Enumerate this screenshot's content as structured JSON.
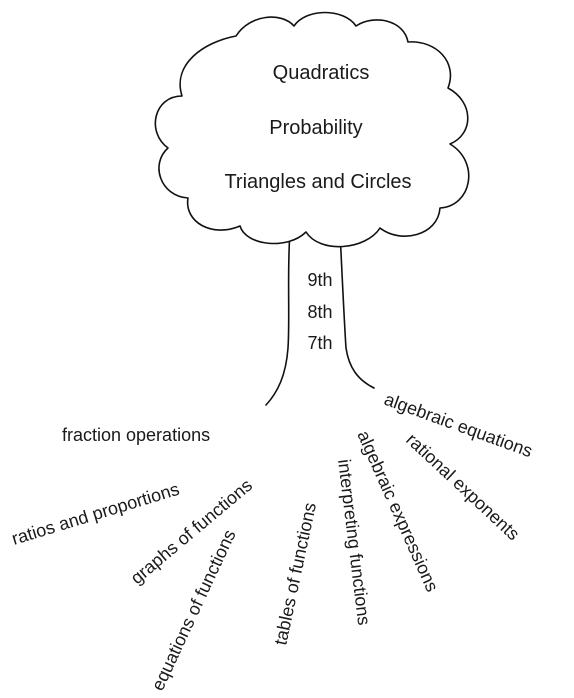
{
  "crown": {
    "topics": [
      "Quadratics",
      "Probability",
      "Triangles and Circles"
    ]
  },
  "trunk": {
    "grades": [
      "9th",
      "8th",
      "7th"
    ]
  },
  "roots": [
    "fraction operations",
    "ratios and proportions",
    "graphs of functions",
    "equations of functions",
    "tables of functions",
    "interpreting functions",
    "algebraic expressions",
    "rational exponents",
    "algebraic equations"
  ]
}
